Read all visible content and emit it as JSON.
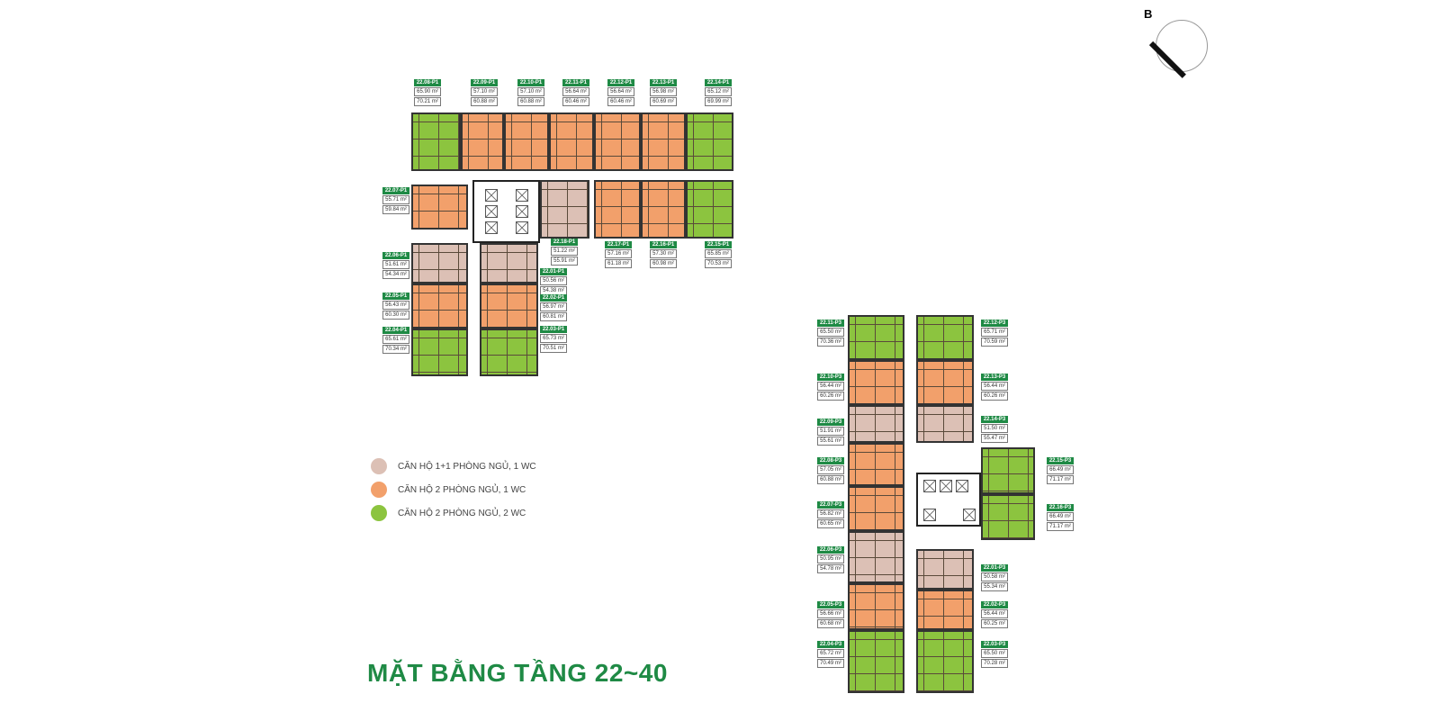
{
  "title": "MẶT BẰNG TẦNG 22~40",
  "compass": {
    "label": "B",
    "icon": "north-arrow-icon"
  },
  "colors": {
    "type1": "#dcc0b5",
    "type2": "#f2a06b",
    "type3": "#8cc43f",
    "label": "#1f8a45"
  },
  "legend": [
    {
      "type": "t1",
      "label": "CĂN HỘ 1+1 PHÒNG NGỦ, 1 WC"
    },
    {
      "type": "t2",
      "label": "CĂN HỘ 2 PHÒNG NGỦ, 1 WC"
    },
    {
      "type": "t3",
      "label": "CĂN HỘ 2 PHÒNG NGỦ, 2 WC"
    }
  ],
  "block_p1": [
    {
      "code": "22.08-P1",
      "type": "t3",
      "a1": "65.90 m²",
      "a2": "70.21 m²"
    },
    {
      "code": "22.09-P1",
      "type": "t2",
      "a1": "57.10 m²",
      "a2": "60.88 m²"
    },
    {
      "code": "22.10-P1",
      "type": "t2",
      "a1": "57.10 m²",
      "a2": "60.88 m²"
    },
    {
      "code": "22.11-P1",
      "type": "t2",
      "a1": "56.64 m²",
      "a2": "60.46 m²"
    },
    {
      "code": "22.12-P1",
      "type": "t2",
      "a1": "56.64 m²",
      "a2": "60.46 m²"
    },
    {
      "code": "22.13-P1",
      "type": "t2",
      "a1": "56.98 m²",
      "a2": "60.69 m²"
    },
    {
      "code": "22.14-P1",
      "type": "t3",
      "a1": "65.12 m²",
      "a2": "69.99 m²"
    },
    {
      "code": "22.07-P1",
      "type": "t2",
      "a1": "55.71 m²",
      "a2": "59.84 m²"
    },
    {
      "code": "22.06-P1",
      "type": "t1",
      "a1": "51.61 m²",
      "a2": "54.34 m²"
    },
    {
      "code": "22.05-P1",
      "type": "t2",
      "a1": "56.43 m²",
      "a2": "60.30 m²"
    },
    {
      "code": "22.04-P1",
      "type": "t3",
      "a1": "65.61 m²",
      "a2": "70.34 m²"
    },
    {
      "code": "22.18-P1",
      "type": "t1",
      "a1": "51.22 m²",
      "a2": "55.91 m²"
    },
    {
      "code": "22.17-P1",
      "type": "t2",
      "a1": "57.16 m²",
      "a2": "61.18 m²"
    },
    {
      "code": "22.16-P1",
      "type": "t2",
      "a1": "57.30 m²",
      "a2": "60.98 m²"
    },
    {
      "code": "22.15-P1",
      "type": "t3",
      "a1": "65.85 m²",
      "a2": "70.53 m²"
    },
    {
      "code": "22.01-P1",
      "type": "t1",
      "a1": "50.56 m²",
      "a2": "54.38 m²"
    },
    {
      "code": "22.02-P1",
      "type": "t2",
      "a1": "56.97 m²",
      "a2": "60.81 m²"
    },
    {
      "code": "22.03-P1",
      "type": "t3",
      "a1": "65.73 m²",
      "a2": "70.51 m²"
    }
  ],
  "block_p3": [
    {
      "code": "22.11-P3",
      "type": "t3",
      "a1": "65.50 m²",
      "a2": "70.36 m²"
    },
    {
      "code": "22.10-P3",
      "type": "t2",
      "a1": "56.44 m²",
      "a2": "60.26 m²"
    },
    {
      "code": "22.09-P3",
      "type": "t1",
      "a1": "51.91 m²",
      "a2": "55.61 m²"
    },
    {
      "code": "22.08-P3",
      "type": "t2",
      "a1": "57.05 m²",
      "a2": "60.88 m²"
    },
    {
      "code": "22.07-P3",
      "type": "t2",
      "a1": "56.82 m²",
      "a2": "60.65 m²"
    },
    {
      "code": "22.06-P3",
      "type": "t1",
      "a1": "50.95 m²",
      "a2": "54.78 m²"
    },
    {
      "code": "22.05-P3",
      "type": "t2",
      "a1": "56.66 m²",
      "a2": "60.68 m²"
    },
    {
      "code": "22.04-P3",
      "type": "t3",
      "a1": "65.72 m²",
      "a2": "70.49 m²"
    },
    {
      "code": "22.12-P3",
      "type": "t3",
      "a1": "65.71 m²",
      "a2": "70.59 m²"
    },
    {
      "code": "22.13-P3",
      "type": "t2",
      "a1": "56.44 m²",
      "a2": "60.26 m²"
    },
    {
      "code": "22.14-P3",
      "type": "t1",
      "a1": "51.50 m²",
      "a2": "55.47 m²"
    },
    {
      "code": "22.15-P3",
      "type": "t3",
      "a1": "66.49 m²",
      "a2": "71.17 m²"
    },
    {
      "code": "22.16-P3",
      "type": "t3",
      "a1": "66.49 m²",
      "a2": "71.17 m²"
    },
    {
      "code": "22.01-P3",
      "type": "t1",
      "a1": "50.58 m²",
      "a2": "55.34 m²"
    },
    {
      "code": "22.02-P3",
      "type": "t2",
      "a1": "56.44 m²",
      "a2": "60.25 m²"
    },
    {
      "code": "22.03-P3",
      "type": "t3",
      "a1": "65.50 m²",
      "a2": "70.28 m²"
    }
  ]
}
